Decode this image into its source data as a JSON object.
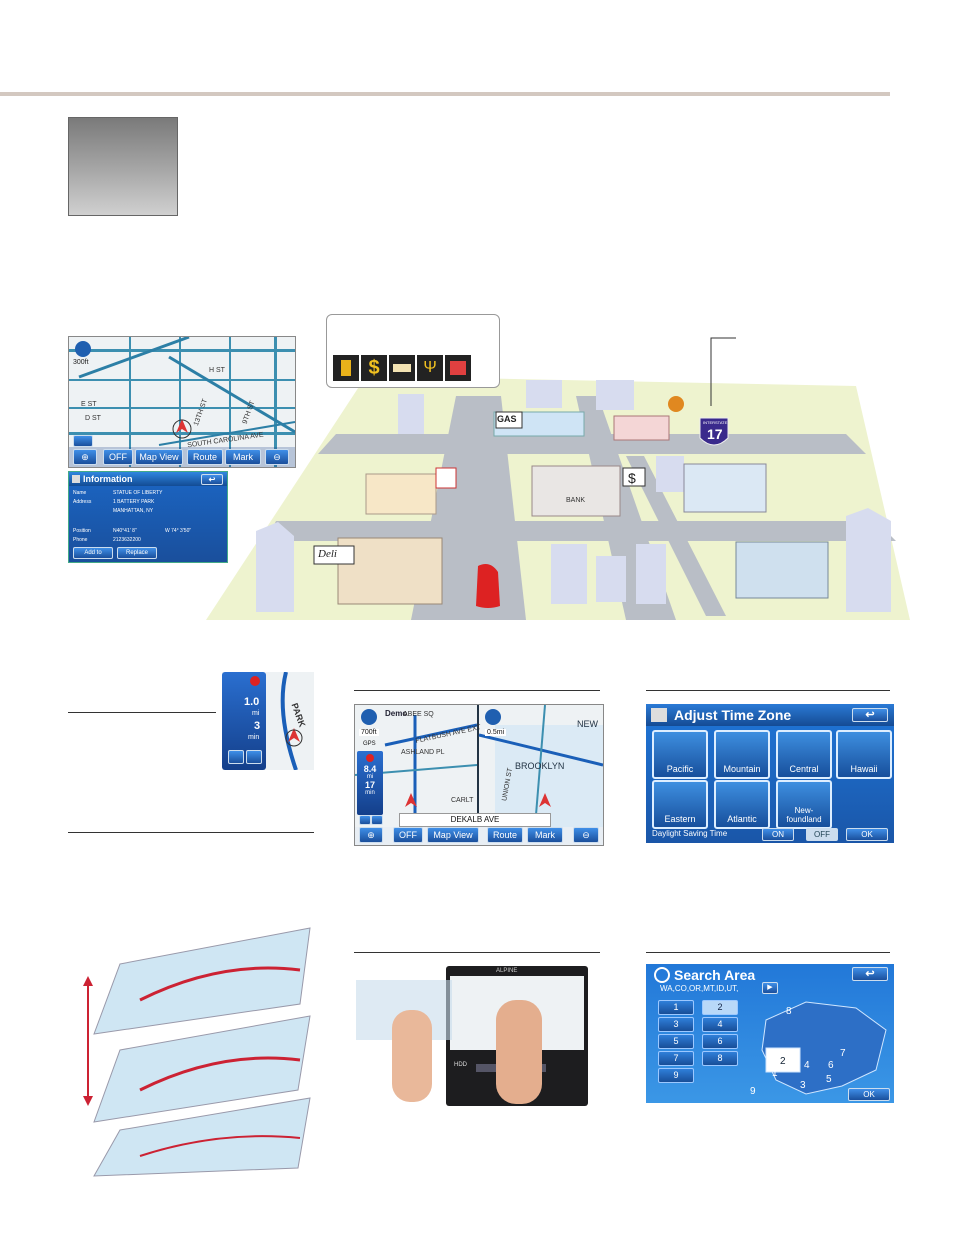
{
  "poi_icons": [
    "gas",
    "bank",
    "lodging",
    "restaurant",
    "shopping"
  ],
  "map_screen": {
    "scale": "300ft",
    "streets": [
      "E ST",
      "D ST",
      "H ST",
      "13TH ST",
      "9TH ST",
      "SOUTH CAROLINA AVE"
    ],
    "softkeys": [
      "OFF",
      "Map View",
      "Route",
      "Mark"
    ]
  },
  "info_screen": {
    "title": "Information",
    "rows": [
      {
        "label": "Name",
        "value": "STATUE OF LIBERTY"
      },
      {
        "label": "Address",
        "value": "1 BATTERY PARK"
      },
      {
        "label": "",
        "value": "MANHATTAN, NY"
      },
      {
        "label": "Position",
        "value": "N40°41' 8\""
      },
      {
        "label": "Phone",
        "value": "2123632200"
      }
    ],
    "position_w": "W 74° 3'50\"",
    "buttons": [
      "Add to",
      "Replace"
    ]
  },
  "scene": {
    "gas_sign": "GAS",
    "bank_sign": "BANK",
    "dollar_sign": "$",
    "deli_sign": "Deli",
    "interstate_label": "INTERSTATE",
    "interstate_number": "17"
  },
  "turn_panel": {
    "distance": "1.0",
    "distance_unit": "mi",
    "time": "3",
    "time_unit": "min",
    "street": "PARK"
  },
  "split_screen": {
    "left_scale": "700ft",
    "right_scale": "0.5mi",
    "demo": "Demo",
    "gps": "GPS",
    "distance": "8.4",
    "distance_unit": "mi",
    "time": "17",
    "time_unit": "min",
    "streets": [
      "ABEE SQ",
      "FLATBUSH AVE EXT",
      "ASHLAND PL",
      "BROOKLYN",
      "NEW",
      "UNION ST",
      "CARLT"
    ],
    "current_street": "DEKALB AVE",
    "softkeys": [
      "OFF",
      "Map View",
      "Route",
      "Mark"
    ]
  },
  "time_zone": {
    "title": "Adjust Time Zone",
    "zones": [
      "Pacific",
      "Mountain",
      "Central",
      "Hawaii",
      "Eastern",
      "Atlantic",
      "New-\nfoundland"
    ],
    "dst_label": "Daylight Saving Time",
    "on": "ON",
    "off": "OFF",
    "ok": "OK"
  },
  "search_area": {
    "title": "Search Area",
    "states": "WA,CO,OR,MT,ID,UT,",
    "numbers": [
      "1",
      "2",
      "3",
      "4",
      "5",
      "6",
      "7",
      "8",
      "9"
    ],
    "map_numbers": [
      "8",
      "2",
      "1",
      "4",
      "6",
      "5",
      "3",
      "9",
      "7"
    ],
    "ok": "OK"
  },
  "device": {
    "brand": "ALPINE",
    "hdd": "HDD"
  }
}
